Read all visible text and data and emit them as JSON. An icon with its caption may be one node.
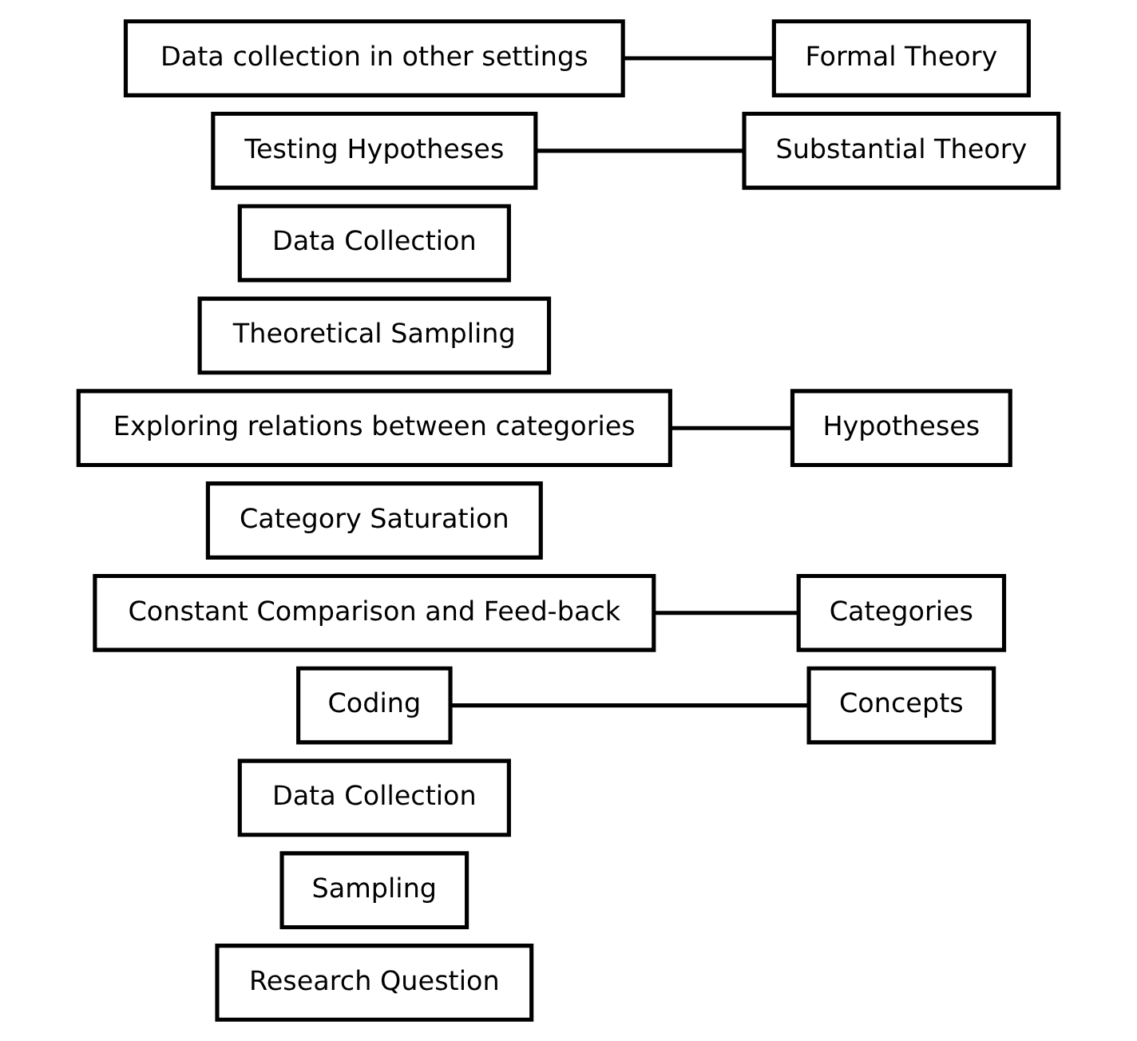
{
  "diagram": {
    "nodes": [
      {
        "text": [
          "Research Question"
        ]
      },
      {
        "text": [
          "Sampling"
        ]
      },
      {
        "text": [
          "Data Collection"
        ]
      },
      {
        "text": [
          "Coding"
        ]
      },
      {
        "text": [
          "Concepts"
        ]
      },
      {
        "text": [
          "Constant Comparison and Feed-back"
        ]
      },
      {
        "text": [
          "Categories"
        ]
      },
      {
        "text": [
          "Category Saturation"
        ]
      },
      {
        "text": [
          "Exploring relations between categories"
        ]
      },
      {
        "text": [
          "Hypotheses"
        ]
      },
      {
        "text": [
          "Theoretical Sampling"
        ]
      },
      {
        "text": [
          "Data Collection"
        ]
      },
      {
        "text": [
          "Testing Hypotheses"
        ]
      },
      {
        "text": [
          "Substantial Theory"
        ]
      },
      {
        "text": [
          "Data collection in other settings"
        ]
      },
      {
        "text": [
          "Formal Theory"
        ]
      }
    ],
    "edges": [
      {
        "from": 3,
        "to": 4,
        "arrow": "none"
      },
      {
        "from": 5,
        "to": 6,
        "arrow": "none"
      },
      {
        "from": 8,
        "to": 9,
        "arrow": "none"
      },
      {
        "from": 12,
        "to": 13,
        "arrow": "none"
      },
      {
        "from": 14,
        "to": 15,
        "arrow": "none"
      }
    ]
  }
}
